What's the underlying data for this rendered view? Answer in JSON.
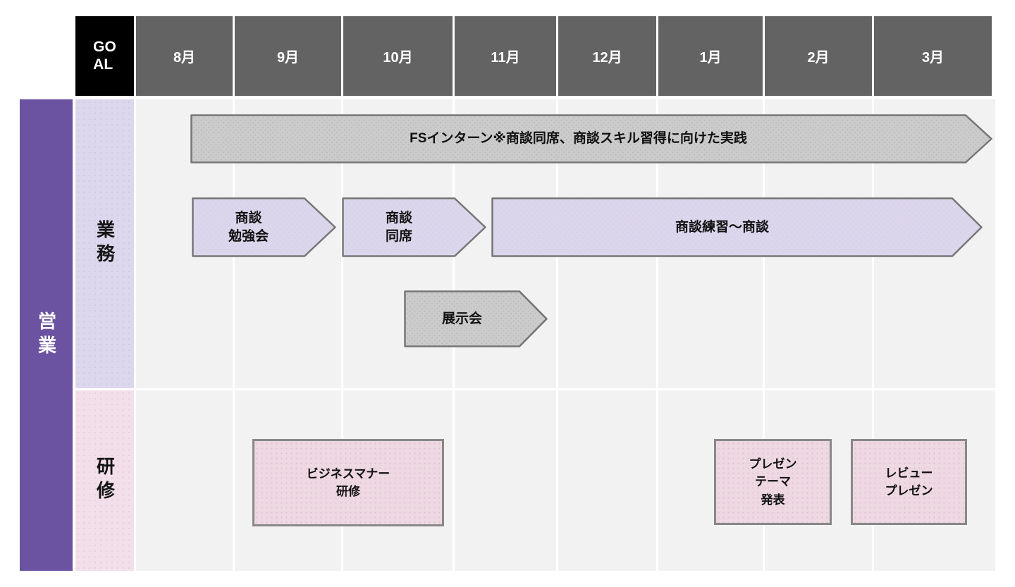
{
  "header": {
    "goal": "GO\nAL",
    "months": [
      "8月",
      "9月",
      "10月",
      "11月",
      "12月",
      "1月",
      "2月",
      "3月"
    ]
  },
  "sidebar": {
    "group": "営業"
  },
  "rows": {
    "gyomu": "業務",
    "kenshu": "研修"
  },
  "bars": {
    "fs_intern": "FSインターン※商談同席、商談スキル習得に向けた実践",
    "shodan_benkyokai": "商談\n勉強会",
    "shodan_doseki": "商談\n同席",
    "shodan_renshu": "商談練習〜商談",
    "tenjikai": "展示会",
    "business_manner": "ビジネスマナー\n研修",
    "presen_theme": "プレゼン\nテーマ\n発表",
    "review_presen": "レビュー\nプレゼン"
  },
  "colors": {
    "header_bg": "#636363",
    "goal_bg": "#000000",
    "sidebar_purple": "#6b53a1",
    "lavender_bar": "#dcd6ec",
    "lavender_label_bg": "#dcd7ec",
    "pink_label_bg": "#f2dfe9",
    "pink_box": "#eed8e2",
    "gray_bar": "#cbcbcb",
    "bar_border": "#767676",
    "column_stripe": "#f2f2f2"
  }
}
